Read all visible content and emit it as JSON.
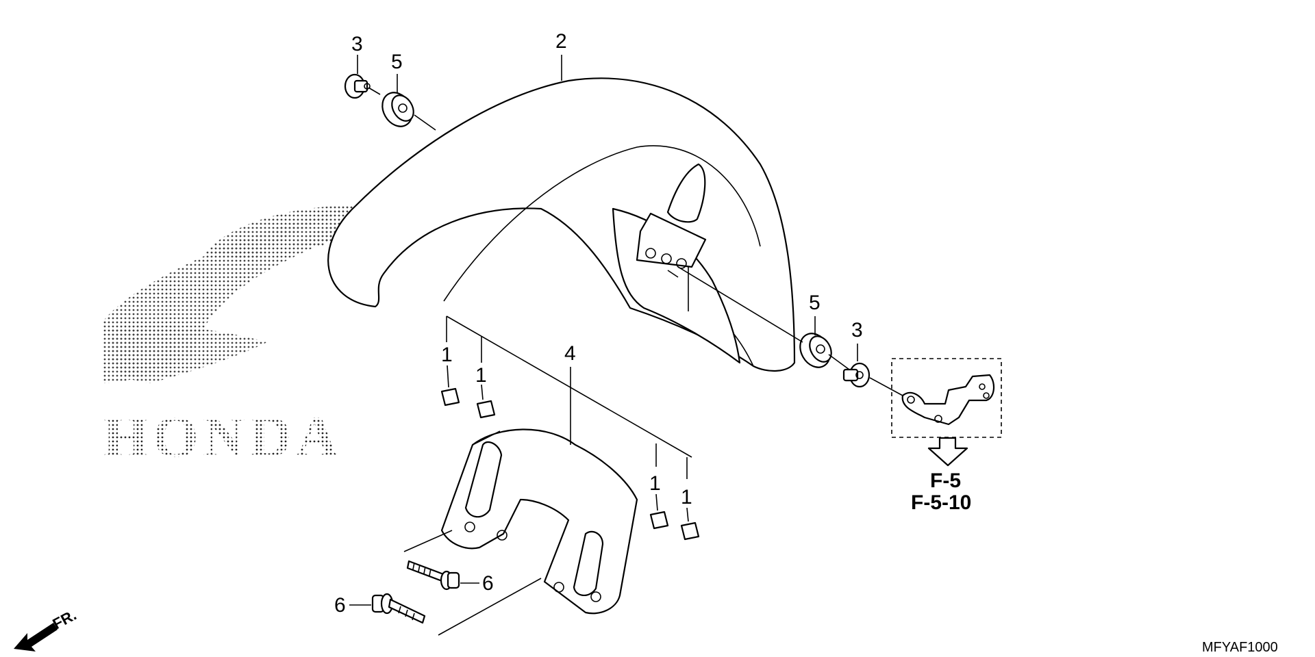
{
  "diagram": {
    "callouts": {
      "c1a": "1",
      "c1b": "1",
      "c1c": "1",
      "c1d": "1",
      "c2": "2",
      "c3a": "3",
      "c3b": "3",
      "c4": "4",
      "c5a": "5",
      "c5b": "5",
      "c6a": "6",
      "c6b": "6"
    },
    "references": {
      "ref1": "F-5",
      "ref2": "F-5-10"
    },
    "direction_label": "FR.",
    "watermark_text": "HONDA",
    "diagram_code": "MFYAF1000"
  }
}
